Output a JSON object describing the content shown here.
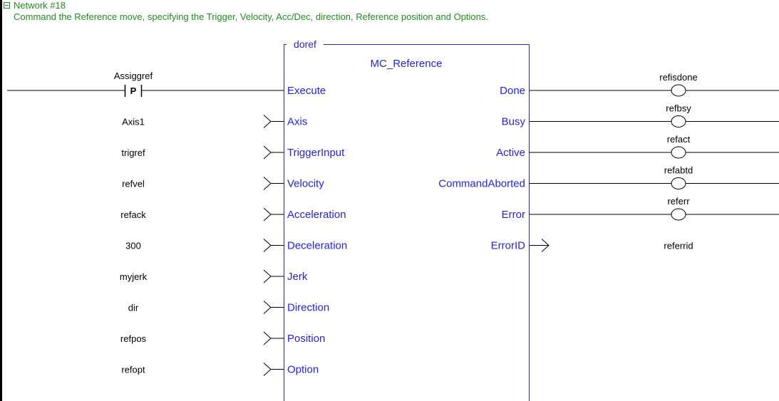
{
  "network": {
    "title": "Network #18",
    "comment": "Command the Reference move, specifying the Trigger, Velocity, Acc/Dec, direction, Reference position and Options."
  },
  "block": {
    "instance": "doref",
    "type": "MC_Reference"
  },
  "contact": {
    "variable": "Assiggref",
    "symbol": "P"
  },
  "inputs": [
    {
      "pin": "Execute",
      "variable": ""
    },
    {
      "pin": "Axis",
      "variable": "Axis1"
    },
    {
      "pin": "TriggerInput",
      "variable": "trigref"
    },
    {
      "pin": "Velocity",
      "variable": "refvel"
    },
    {
      "pin": "Acceleration",
      "variable": "refack"
    },
    {
      "pin": "Deceleration",
      "variable": "300"
    },
    {
      "pin": "Jerk",
      "variable": "myjerk"
    },
    {
      "pin": "Direction",
      "variable": "dir"
    },
    {
      "pin": "Position",
      "variable": "refpos"
    },
    {
      "pin": "Option",
      "variable": "refopt"
    }
  ],
  "outputs": [
    {
      "pin": "Done",
      "variable": "refisdone",
      "kind": "coil"
    },
    {
      "pin": "Busy",
      "variable": "refbsy",
      "kind": "coil"
    },
    {
      "pin": "Active",
      "variable": "refact",
      "kind": "coil"
    },
    {
      "pin": "CommandAborted",
      "variable": "refabtd",
      "kind": "coil"
    },
    {
      "pin": "Error",
      "variable": "referr",
      "kind": "coil"
    },
    {
      "pin": "ErrorID",
      "variable": "referrid",
      "kind": "variable"
    }
  ],
  "colors": {
    "pin_label": "#2222ee",
    "block_border": "#2222ee",
    "comment": "#1f8f1f",
    "wire": "#000000",
    "text": "#000000"
  }
}
